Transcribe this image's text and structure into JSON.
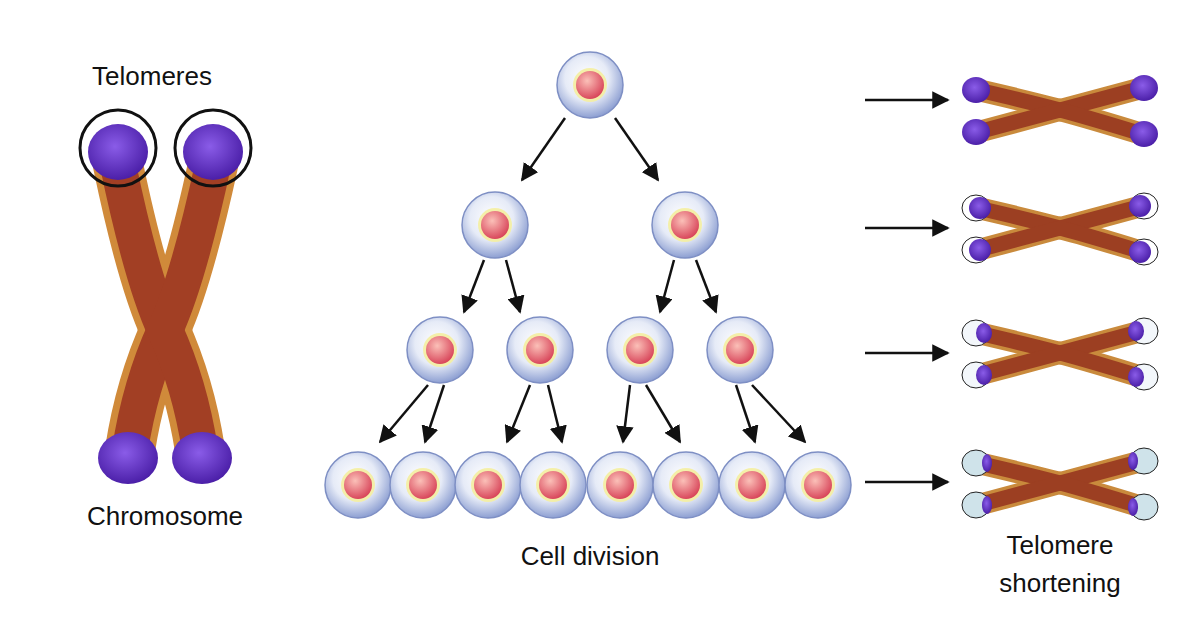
{
  "diagram": {
    "labels": [
      "Telomeres",
      "Chromosome",
      "Cell division",
      "Telomere shortening"
    ]
  }
}
